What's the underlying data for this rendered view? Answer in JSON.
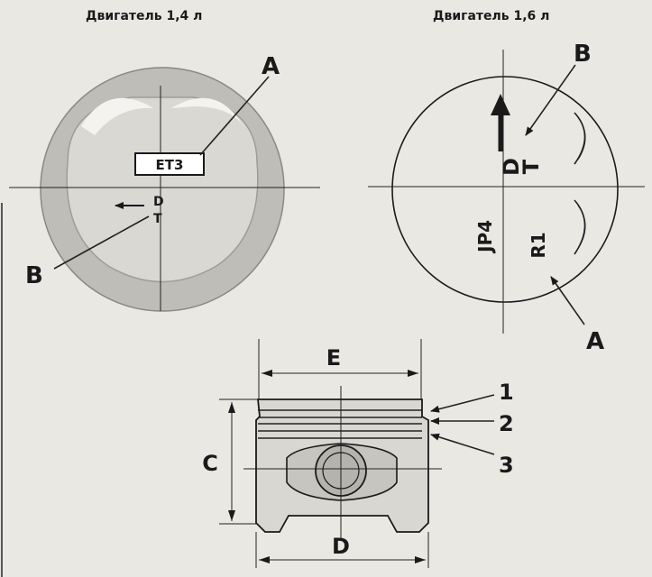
{
  "titles": {
    "left": "Двигатель 1,4 л",
    "right": "Двигатель 1,6 л"
  },
  "left_piston": {
    "marking": "ET3",
    "direction_letters": [
      "D",
      "T"
    ],
    "callout_a": "A",
    "callout_b": "B"
  },
  "right_piston": {
    "direction_letters": [
      "D",
      "T"
    ],
    "code_left": "JP4",
    "code_right": "R1",
    "callout_a": "A",
    "callout_b": "B"
  },
  "side_view": {
    "dim_e": "E",
    "dim_c": "C",
    "dim_d": "D",
    "ring_1": "1",
    "ring_2": "2",
    "ring_3": "3"
  }
}
